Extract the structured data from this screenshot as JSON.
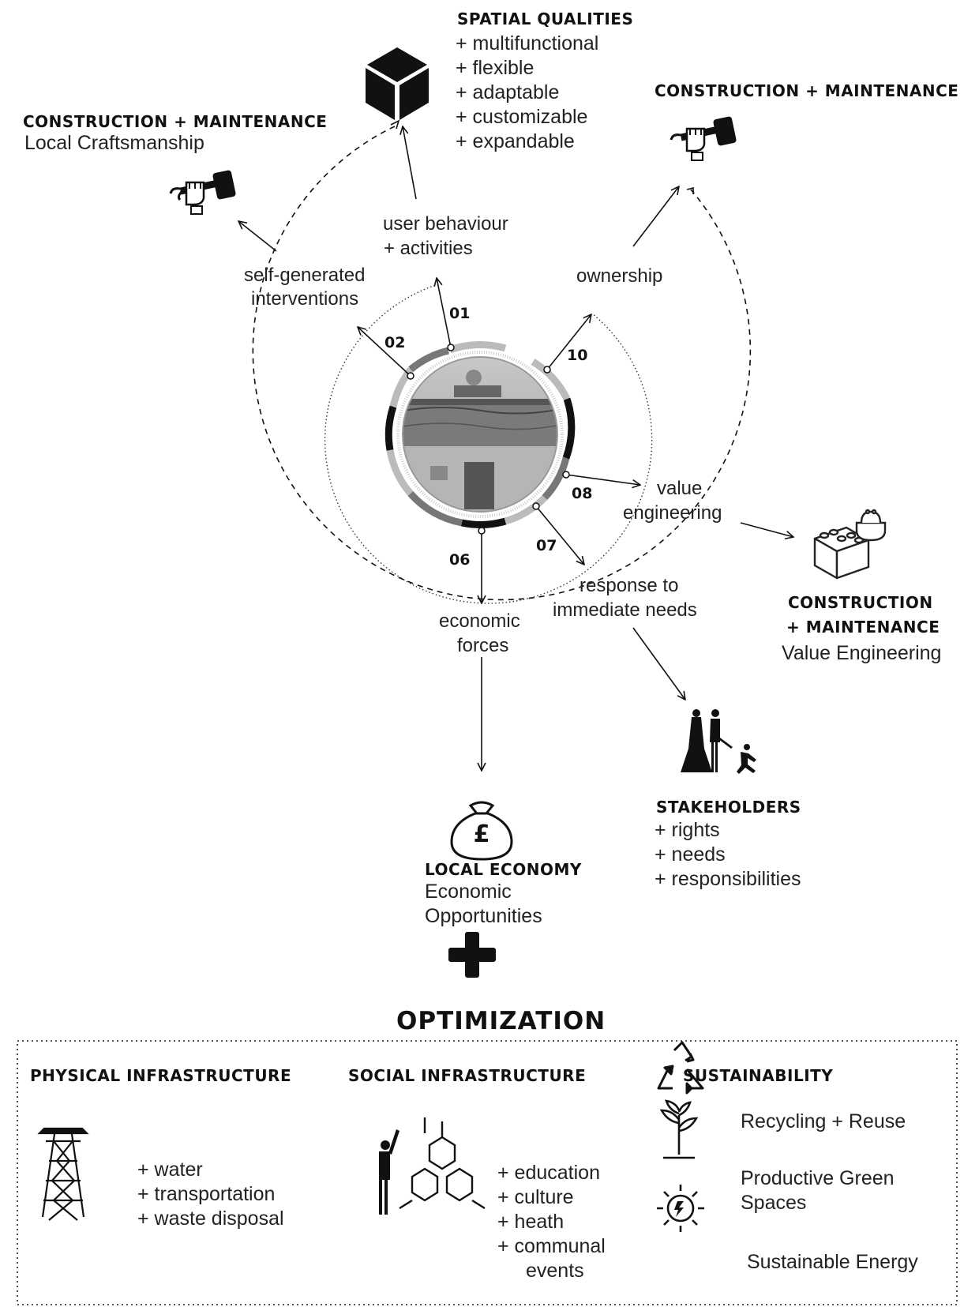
{
  "spatial_qualities": {
    "title": "SPATIAL QUALITIES",
    "items": [
      "+ multifunctional",
      "+ flexible",
      "+ adaptable",
      "+ customizable",
      "+ expandable"
    ]
  },
  "construction_left": {
    "title": "CONSTRUCTION + MAINTENANCE",
    "subtitle": "Local Craftsmanship"
  },
  "construction_right": {
    "title": "CONSTRUCTION + MAINTENANCE"
  },
  "construction_value": {
    "title_line1": "CONSTRUCTION",
    "title_line2": "+ MAINTENANCE",
    "subtitle": "Value Engineering"
  },
  "stakeholders": {
    "title": "STAKEHOLDERS",
    "items": [
      "+ rights",
      "+ needs",
      "+ responsibilities"
    ]
  },
  "local_economy": {
    "title": "LOCAL ECONOMY",
    "line1": "Economic",
    "line2": "Opportunities"
  },
  "flows": {
    "user_behaviour_1": "user  behaviour",
    "user_behaviour_2": "+ activities",
    "self_generated_1": "self-generated",
    "self_generated_2": "interventions",
    "ownership": "ownership",
    "value_engineering_1": "value",
    "value_engineering_2": "engineering",
    "response_1": "response to",
    "response_2": "immediate needs",
    "economic_1": "economic",
    "economic_2": "forces"
  },
  "numbers": {
    "n01": "01",
    "n02": "02",
    "n10": "10",
    "n08": "08",
    "n07": "07",
    "n06": "06"
  },
  "plus_symbol": "+",
  "optimization": {
    "title": "OPTIMIZATION",
    "physical": {
      "title": "PHYSICAL INFRASTRUCTURE",
      "items": [
        "+ water",
        "+ transportation",
        "+ waste disposal"
      ]
    },
    "social": {
      "title": "SOCIAL INFRASTRUCTURE",
      "items": [
        "+ education",
        "+ culture",
        "+ heath",
        "+ communal",
        "events"
      ]
    },
    "sustainability": {
      "title": "SUSTAINABILITY",
      "recycling": "Recycling + Reuse",
      "green_1": "Productive Green",
      "green_2": "Spaces",
      "energy": "Sustainable Energy"
    }
  },
  "icons": [
    "cube-icon",
    "fist-hammer-icon",
    "lego-brick-icon",
    "purse-icon",
    "people-icon",
    "money-bag-icon",
    "pylon-icon",
    "hexagon-network-icon",
    "recycle-icon",
    "plant-icon",
    "sun-energy-icon"
  ],
  "colors": {
    "ink": "#111111",
    "ring_light": "#b8b8b8",
    "ring_mid": "#707070",
    "ring_dark": "#111111"
  }
}
